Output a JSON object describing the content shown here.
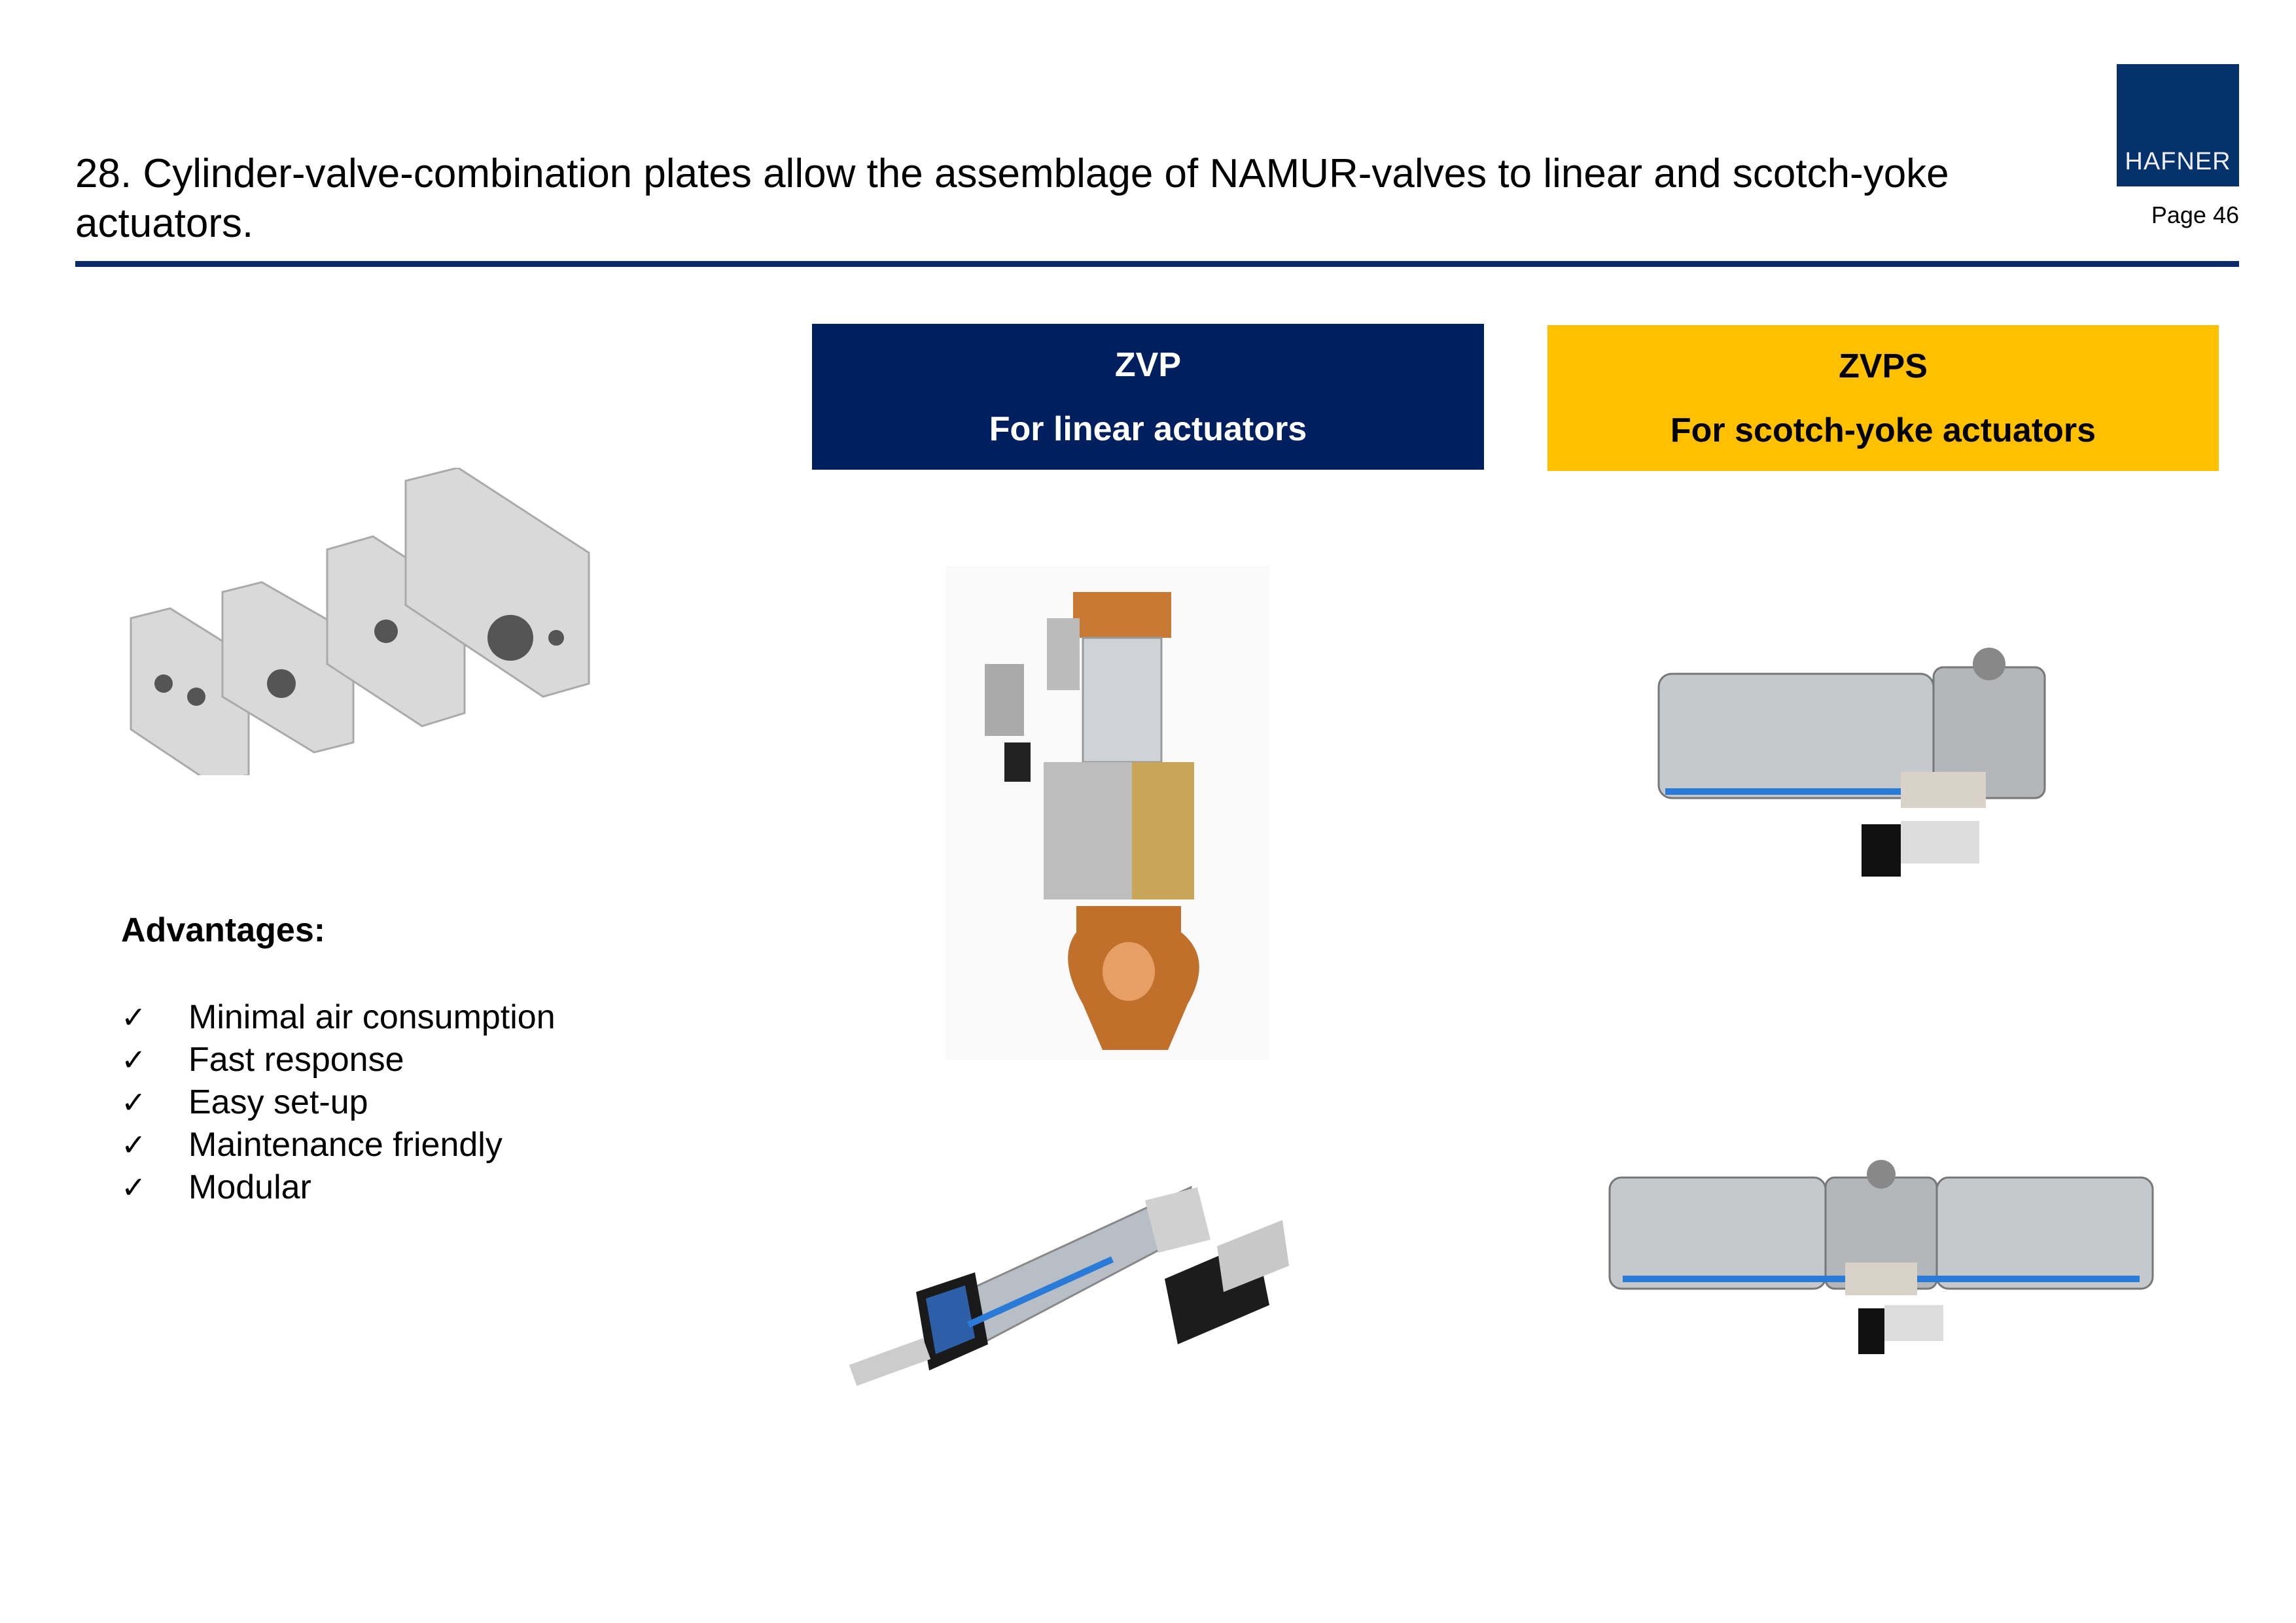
{
  "header": {
    "title": "28. Cylinder-valve-combination plates allow the assemblage of NAMUR-valves to linear and scotch-yoke actuators.",
    "logo_text": "HAFNER",
    "page_label": "Page 46"
  },
  "columns": [
    {
      "code": "ZVP",
      "subtitle": "For linear actuators",
      "color": "#001f5f"
    },
    {
      "code": "ZVPS",
      "subtitle": "For scotch-yoke actuators",
      "color": "#ffc000"
    }
  ],
  "advantages": {
    "title": "Advantages:",
    "check_icon": "✓",
    "items": [
      "Minimal air consumption",
      "Fast response",
      "Easy set-up",
      "Maintenance friendly",
      "Modular"
    ]
  }
}
